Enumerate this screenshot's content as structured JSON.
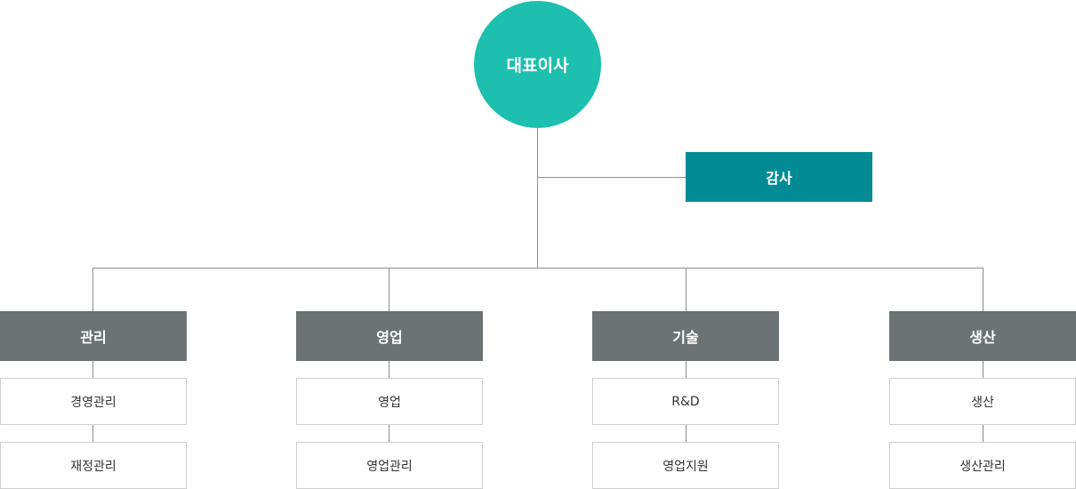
{
  "ceo": {
    "label": "대표이사"
  },
  "audit": {
    "label": "감사"
  },
  "departments": [
    {
      "label": "관리",
      "teams": [
        "경영관리",
        "재정관리"
      ]
    },
    {
      "label": "영업",
      "teams": [
        "영업",
        "영업관리"
      ]
    },
    {
      "label": "기술",
      "teams": [
        "R&D",
        "영업지원"
      ]
    },
    {
      "label": "생산",
      "teams": [
        "생산",
        "생산관리"
      ]
    }
  ],
  "colors": {
    "ceo": "#1dbfae",
    "audit": "#028b95",
    "department": "#6d7274",
    "connector": "#8c8c8c"
  }
}
